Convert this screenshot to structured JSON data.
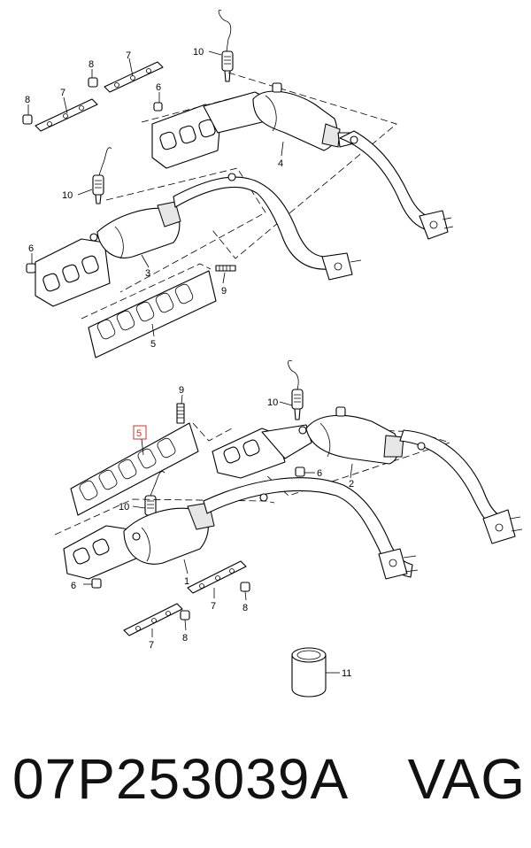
{
  "callouts": {
    "upper": {
      "c10a": "10",
      "c8a": "8",
      "c7a": "7",
      "c8b": "8",
      "c7b": "7",
      "c6a": "6",
      "c4": "4",
      "c10b": "10",
      "c6b": "6",
      "c3": "3",
      "c9": "9",
      "c5": "5"
    },
    "lower": {
      "c9": "9",
      "c5": "5",
      "c10a": "10",
      "c6a": "6",
      "c2": "2",
      "c10b": "10",
      "c1": "1",
      "c6b": "6",
      "c7a": "7",
      "c8a": "8",
      "c7b": "7",
      "c8b": "8",
      "c11": "11"
    }
  },
  "footer": {
    "part_number": "07P253039A",
    "brand": "VAG"
  },
  "colors": {
    "line": "#000000",
    "highlight": "#c0392b"
  }
}
